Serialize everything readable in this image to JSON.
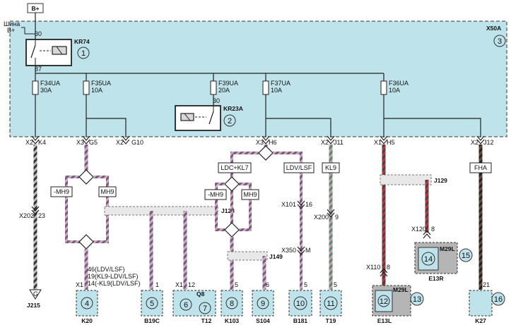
{
  "diagram": {
    "supply": {
      "label": "B+"
    },
    "bus": {
      "line1": "Шина",
      "line2": "B+"
    },
    "unit": {
      "label": "X50A",
      "callout": "3"
    },
    "relays": [
      {
        "id": "KR74",
        "callout": "1",
        "pin_in": "30",
        "pin_out": "87"
      },
      {
        "id": "KR23A",
        "callout": "2",
        "pin_in": "30"
      }
    ],
    "fuses": [
      {
        "id": "F34UA",
        "rating": "30A"
      },
      {
        "id": "F35UA",
        "rating": "10A"
      },
      {
        "id": "F39UA",
        "rating": "20A"
      },
      {
        "id": "F37UA",
        "rating": "10A"
      },
      {
        "id": "F36UA",
        "rating": "10A"
      }
    ],
    "outputs": [
      {
        "conn": "X2",
        "pin": "K4"
      },
      {
        "conn": "X3",
        "pin": "G5"
      },
      {
        "conn": "X2",
        "pin": "G10"
      },
      {
        "conn": "X3",
        "pin": "H6"
      },
      {
        "conn": "X2",
        "pin": "J11"
      },
      {
        "conn": "X1",
        "pin": "H5"
      },
      {
        "conn": "X2",
        "pin": "J12"
      }
    ],
    "variant_labels": {
      "mh9_neg_left": "-MH9",
      "mh9_left": "MH9",
      "ldc_kl7": "LDC+KL7",
      "ldv_lsf": "LDV/LSF",
      "kl9": "KL9",
      "fha": "FHA",
      "mh9_neg_mid": "-MH9",
      "mh9_mid": "MH9"
    },
    "splices": [
      "J128",
      "J149",
      "J129"
    ],
    "inline_connectors": [
      {
        "conn": "X202",
        "pin": "23"
      },
      {
        "conn": "X101",
        "pin": "16"
      },
      {
        "conn": "X200",
        "pin": "9"
      },
      {
        "conn": "X350",
        "pin": "M"
      },
      {
        "conn": "X120",
        "pin": "8"
      },
      {
        "conn": "X110",
        "pin": "8"
      }
    ],
    "ground": {
      "id": "J215",
      "symbol": "G"
    },
    "k20_pins": {
      "line1": "46(LDV/LSF)",
      "line2": "19(KL9-LDV/LSF)",
      "line3": "14(-KL9(LDV/LSF)"
    },
    "components": [
      {
        "id": "K20",
        "callout": "4",
        "conn": "X1",
        "pin": ""
      },
      {
        "id": "B19C",
        "callout": "5",
        "conn": "",
        "pin": "1"
      },
      {
        "id": "T12",
        "callout": "6",
        "callout2": "7",
        "conn": "X1",
        "pin": "12",
        "extra": "Q8"
      },
      {
        "id": "K103",
        "callout": "8",
        "conn": "",
        "pin": "5"
      },
      {
        "id": "S104",
        "callout": "9",
        "conn": "",
        "pin": "6"
      },
      {
        "id": "B181",
        "callout": "10",
        "conn": "",
        "pin": "5"
      },
      {
        "id": "T19",
        "callout": "11",
        "conn": "",
        "pin": "5"
      },
      {
        "id": "E13L",
        "callout": "12",
        "callout2": "13",
        "inner": "M29L"
      },
      {
        "id": "E13R",
        "callout": "14",
        "callout2": "15",
        "inner": "M29L"
      },
      {
        "id": "K27",
        "callout": "16",
        "conn": "",
        "pin": "21"
      }
    ]
  }
}
